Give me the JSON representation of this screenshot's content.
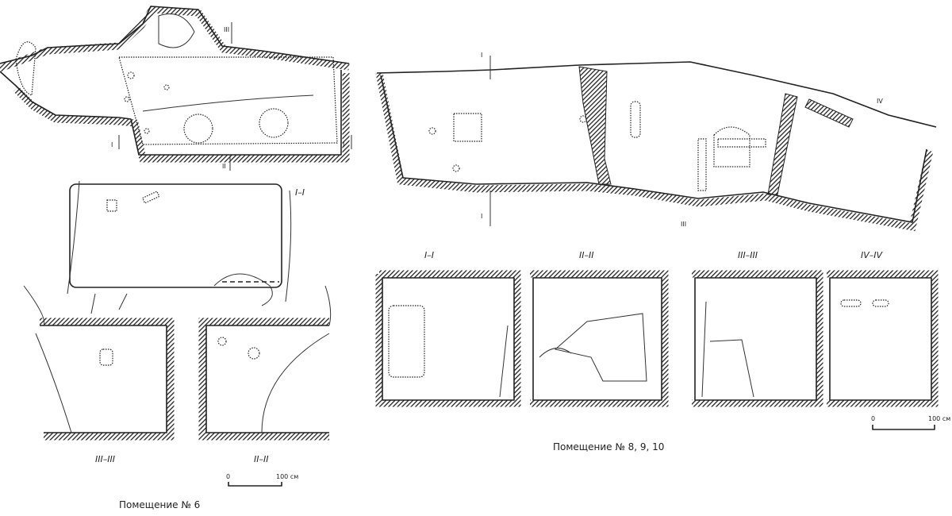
{
  "captions": {
    "room6": "Помещение № 6",
    "rooms8_10": "Помещение № 8, 9, 10"
  },
  "scale_left": {
    "zero": "0",
    "end": "100 см"
  },
  "scale_right": {
    "zero": "0",
    "end": "100 см"
  },
  "left_sections": {
    "s1": "I–I",
    "s2": "III–III",
    "s3": "II–II"
  },
  "right_sections": {
    "s1": "I–I",
    "s2": "II–II",
    "s3": "III–III",
    "s4": "IV–IV"
  },
  "left_markers": {
    "m1": "I",
    "m2": "I",
    "m3": "II",
    "m4": "III"
  },
  "right_markers": {
    "m1": "I",
    "m2": "III",
    "m3": "IV",
    "m4": "I"
  }
}
